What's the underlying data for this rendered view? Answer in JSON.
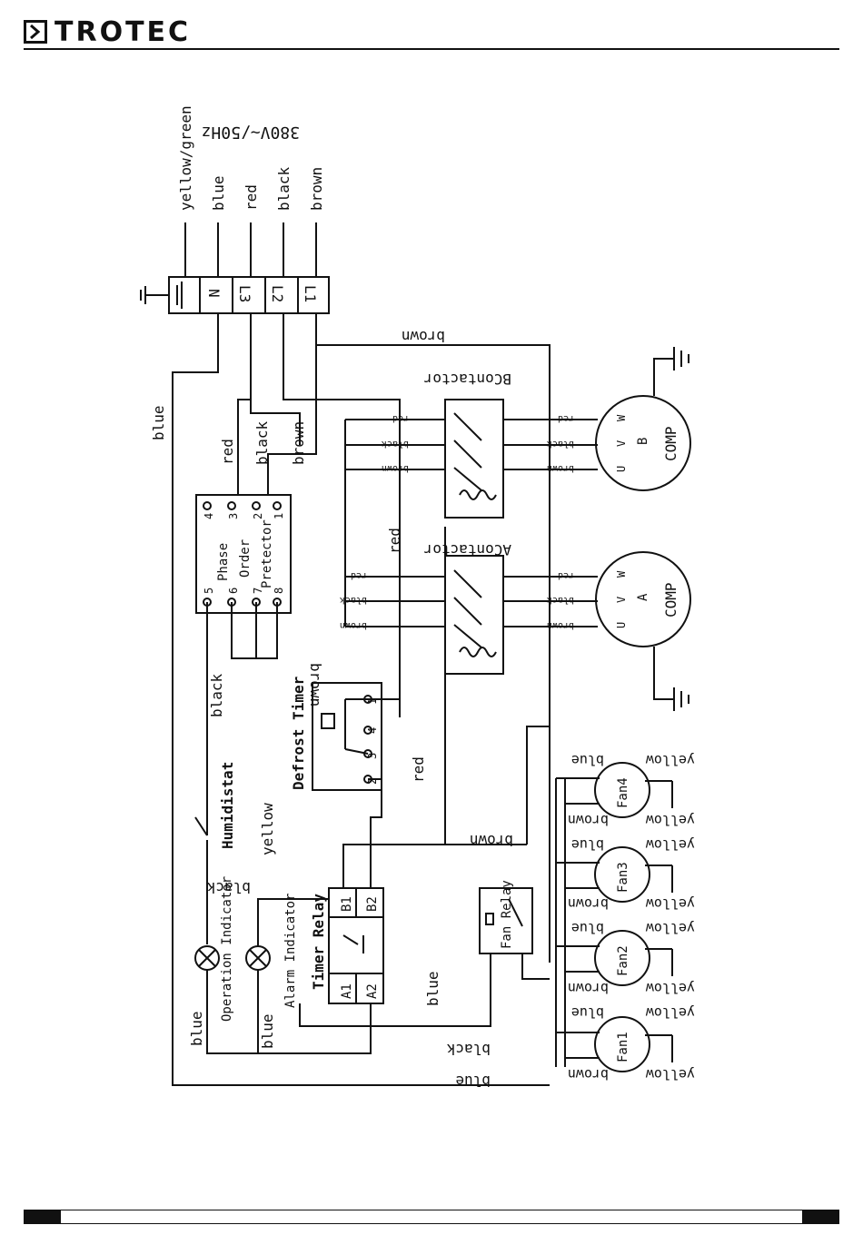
{
  "header": {
    "brand": "TROTEC"
  },
  "diagram": {
    "supply": "380V~/50Hz",
    "terminals": [
      "L1",
      "L2",
      "L3",
      "N"
    ],
    "supply_wires": [
      "brown",
      "black",
      "red",
      "blue",
      "yellow/green"
    ],
    "components": {
      "phase_protector": [
        "Phase",
        "Order",
        "Pretector"
      ],
      "contactor_b": "BContactor",
      "contactor_a": "AContactor",
      "comp_b": {
        "name": "COMP",
        "id": "B",
        "pins": [
          "U",
          "V",
          "W"
        ]
      },
      "comp_a": {
        "name": "COMP",
        "id": "A",
        "pins": [
          "U",
          "V",
          "W"
        ]
      },
      "defrost_timer": "Defrost Timer",
      "humidistat": "Humidistat",
      "timer_relay": "Timer Relay",
      "operation_indicator": "Operation Indicator",
      "alarm_indicator": "Alarm Indicator",
      "fan_relay": "Fan Relay",
      "fans": [
        "Fan1",
        "Fan2",
        "Fan3",
        "Fan4"
      ]
    },
    "pins": {
      "protector_top": [
        "4",
        "3",
        "2",
        "1"
      ],
      "protector_bottom": [
        "5",
        "6",
        "7",
        "8"
      ],
      "timer": [
        "1",
        "4",
        "3",
        "2"
      ],
      "relay": [
        "B1",
        "B2",
        "A1",
        "A2"
      ]
    },
    "wire_labels": {
      "brown": "brown",
      "black": "black",
      "red": "red",
      "blue": "blue",
      "yellow": "yellow"
    }
  },
  "footer": {}
}
